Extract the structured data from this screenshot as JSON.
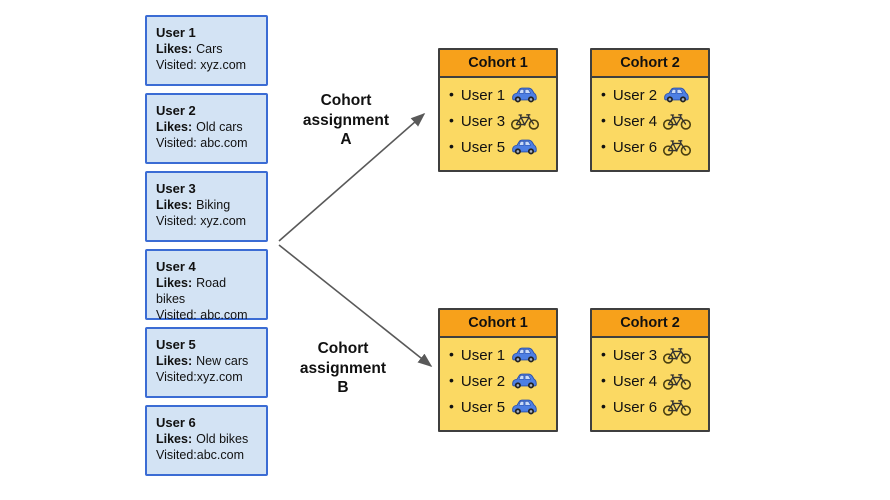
{
  "bullet": "•",
  "colors": {
    "user_box_fill": "#d3e3f4",
    "user_box_border": "#3b6cd4",
    "cohort_header_bg": "#f7a11b",
    "cohort_body_bg": "#fbd963",
    "cohort_border": "#3f3f3f",
    "arrow": "#595959",
    "text": "#111111",
    "car_blue": "#4d7fe3"
  },
  "users": [
    {
      "name": "User 1",
      "likes_label": "Likes:",
      "likes": "Cars",
      "visited": "Visited: xyz.com"
    },
    {
      "name": "User 2",
      "likes_label": "Likes:",
      "likes": "Old cars",
      "visited": "Visited: abc.com"
    },
    {
      "name": "User 3",
      "likes_label": "Likes:",
      "likes": "Biking",
      "visited": "Visited: xyz.com"
    },
    {
      "name": "User 4",
      "likes_label": "Likes:",
      "likes": "Road bikes",
      "visited": "Visited: abc.com"
    },
    {
      "name": "User 5",
      "likes_label": "Likes:",
      "likes": "New cars",
      "visited": "Visited:xyz.com"
    },
    {
      "name": "User 6",
      "likes_label": "Likes:",
      "likes": "Old bikes",
      "visited": "Visited:abc.com"
    }
  ],
  "assignments": [
    {
      "id": "A",
      "label_lines": [
        "Cohort",
        "assignment",
        "A"
      ],
      "cohorts": [
        {
          "title": "Cohort 1",
          "members": [
            {
              "name": "User 1",
              "icon": "car"
            },
            {
              "name": "User 3",
              "icon": "bike"
            },
            {
              "name": "User 5",
              "icon": "car"
            }
          ]
        },
        {
          "title": "Cohort 2",
          "members": [
            {
              "name": "User 2",
              "icon": "car"
            },
            {
              "name": "User 4",
              "icon": "bike"
            },
            {
              "name": "User 6",
              "icon": "bike"
            }
          ]
        }
      ]
    },
    {
      "id": "B",
      "label_lines": [
        "Cohort",
        "assignment",
        "B"
      ],
      "cohorts": [
        {
          "title": "Cohort 1",
          "members": [
            {
              "name": "User 1",
              "icon": "car"
            },
            {
              "name": "User 2",
              "icon": "car"
            },
            {
              "name": "User 5",
              "icon": "car"
            }
          ]
        },
        {
          "title": "Cohort 2",
          "members": [
            {
              "name": "User 3",
              "icon": "bike"
            },
            {
              "name": "User 4",
              "icon": "bike"
            },
            {
              "name": "User 6",
              "icon": "bike"
            }
          ]
        }
      ]
    }
  ]
}
